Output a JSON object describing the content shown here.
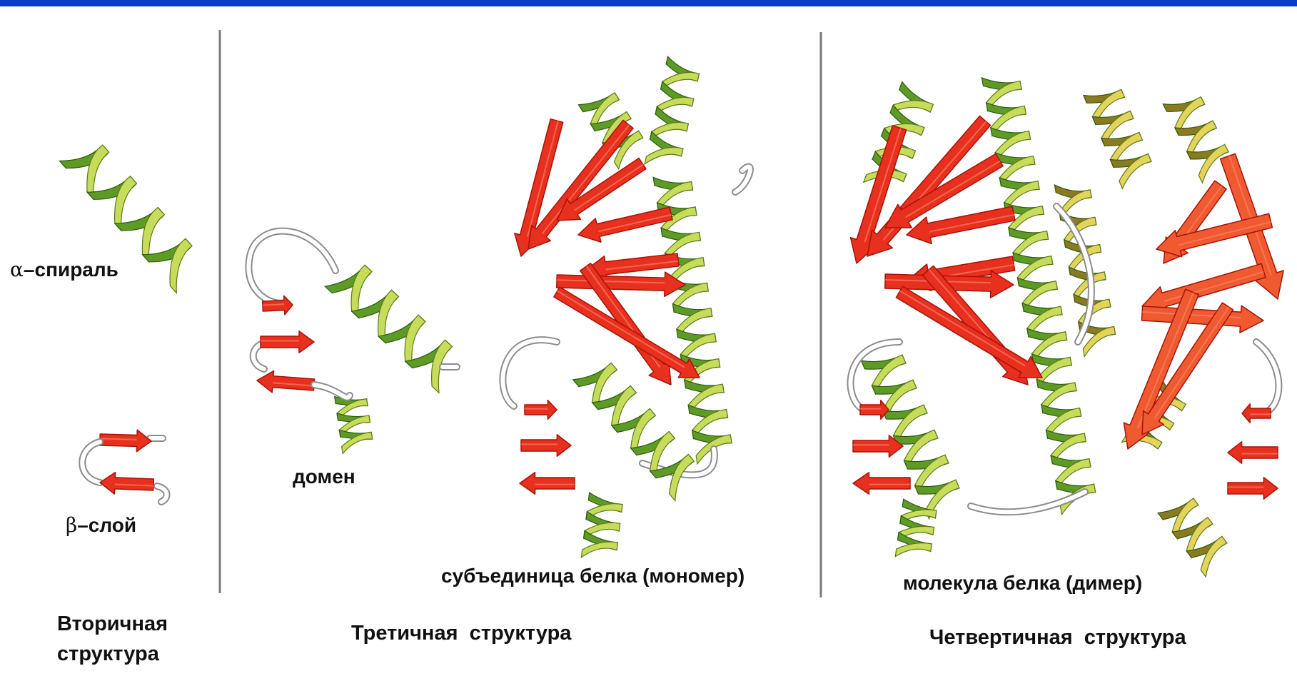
{
  "secondary": {
    "alpha_symbol": "α",
    "alpha_label": "–спираль",
    "beta_symbol": "β",
    "beta_label": "–слой",
    "title_line1": "Вторичная",
    "title_line2": "структура"
  },
  "tertiary": {
    "domain_label": "домен",
    "subunit_label": "субъединица белка (мономер)",
    "title": "Третичная  структура"
  },
  "quaternary": {
    "molecule_label": "молекула белка (димер)",
    "title": "Четвертичная  структура"
  },
  "colors": {
    "frame": "#0a3cc8",
    "helix_light": "#c6dc5a",
    "helix_dark": "#5e9a26",
    "helix_yellow": "#e4d45c",
    "strand": "#e8301e",
    "strand_dark": "#a81208",
    "strand_orange": "#f05a30",
    "loop": "#ffffff",
    "divider": "#7a7a7a"
  }
}
